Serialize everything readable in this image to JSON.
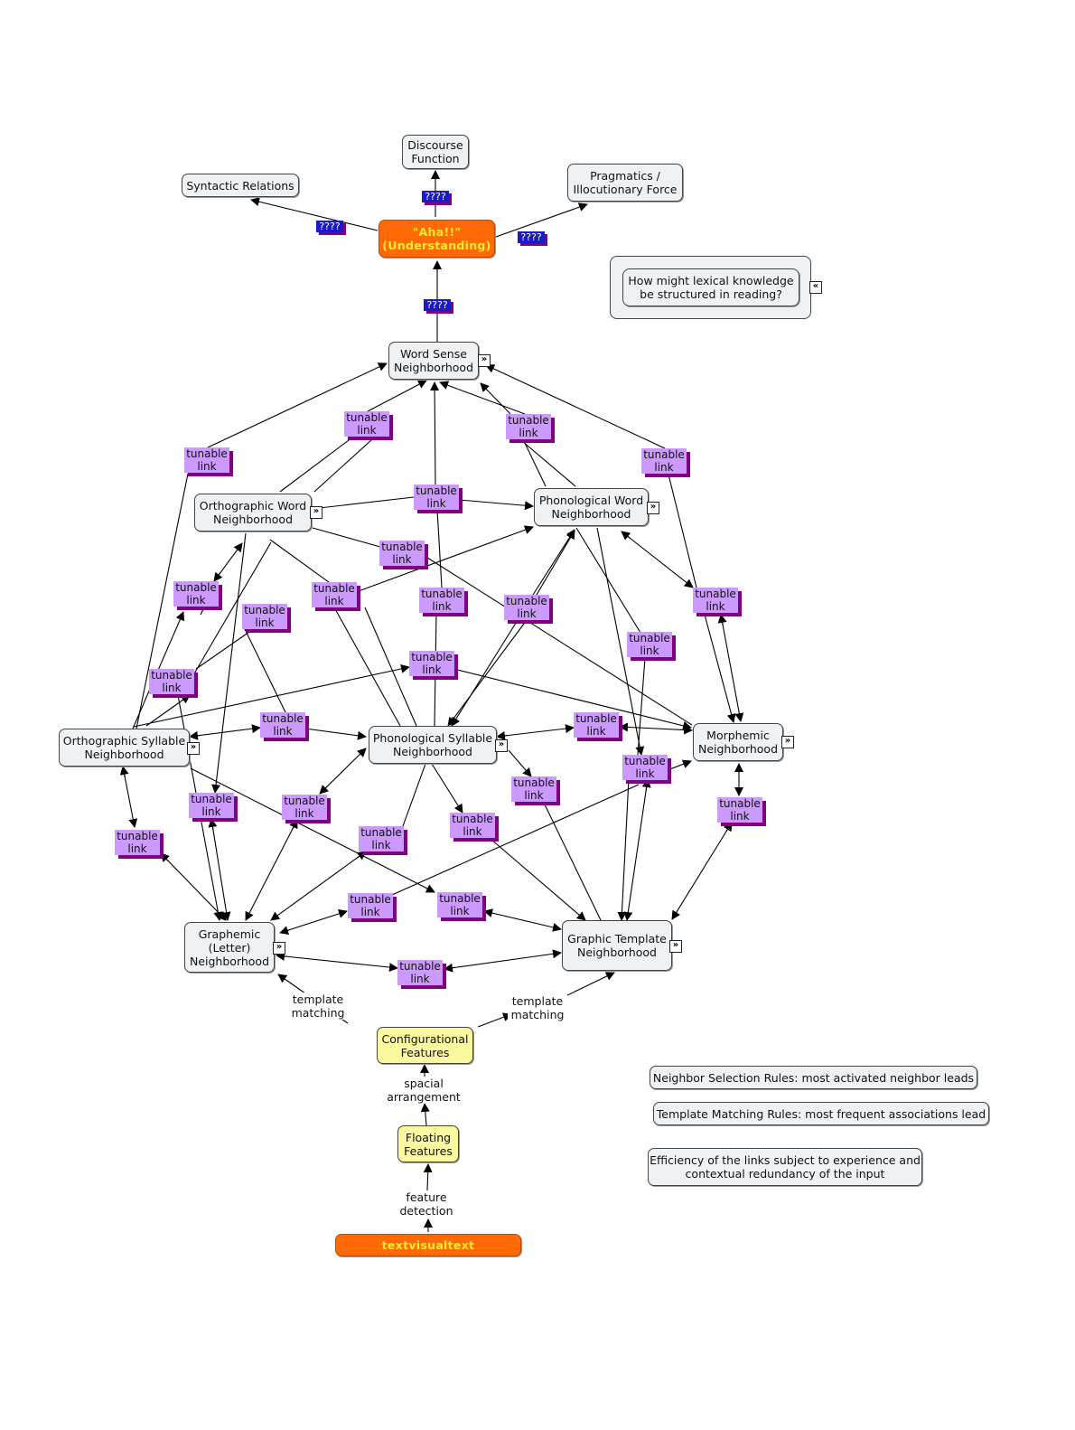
{
  "colors": {
    "node_fill": "#eef2f4",
    "top_and_bottom_fill": "#ff6a06",
    "top_and_bottom_text": "#ffef2a",
    "feature_fill": "#fbf9a0",
    "tunable_fill": "#cc99ff",
    "tunable_shadow": "#800080",
    "unknown_fill": "#1a1ac8"
  },
  "icons": {
    "expander": "double-chevron-right-icon",
    "collapser": "double-chevron-left-icon"
  },
  "nodes": {
    "discourse": "Discourse\nFunction",
    "syntactic": "Syntactic Relations",
    "pragmatics": "Pragmatics /\nIllocutionary Force",
    "aha": "\"Aha!!\"\n(Understanding)",
    "question": "How might lexical knowledge\nbe structured in reading?",
    "wordsense": "Word Sense\nNeighborhood",
    "orthword": "Orthographic Word\nNeighborhood",
    "phonword": "Phonological Word\nNeighborhood",
    "orthsyl": "Orthographic Syllable\nNeighborhood",
    "phonsyl": "Phonological Syllable\nNeighborhood",
    "morph": "Morphemic\nNeighborhood",
    "graphemic": "Graphemic\n(Letter)\nNeighborhood",
    "graphic": "Graphic Template\nNeighborhood",
    "config": "Configurational\nFeatures",
    "floating": "Floating\nFeatures",
    "textvisual": "textvisualtext",
    "rule1": "Neighbor Selection Rules:  most activated neighbor leads",
    "rule2": "Template Matching Rules:  most frequent associations lead",
    "rule3": "Efficiency of the links subject to experience and\ncontextual redundancy of the input"
  },
  "link_labels": {
    "tunable": "tunable\nlink",
    "unknown": "????",
    "template_matching": "template\nmatching",
    "spacial_arrangement": "spacial\narrangement",
    "feature_detection": "feature\ndetection"
  }
}
